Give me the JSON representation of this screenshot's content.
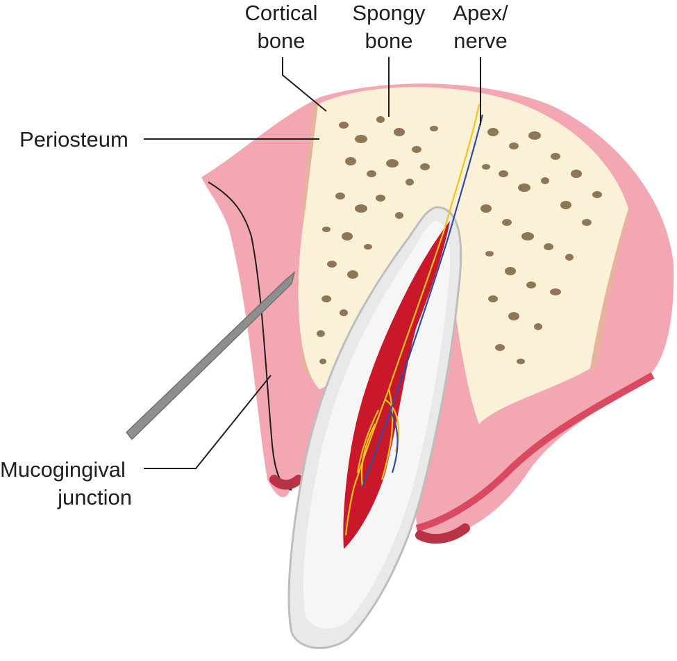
{
  "labels": {
    "cortical_bone": [
      "Cortical",
      "bone"
    ],
    "spongy_bone": [
      "Spongy",
      "bone"
    ],
    "apex_nerve": [
      "Apex/",
      "nerve"
    ],
    "periosteum": "Periosteum",
    "mucogingival_junction": [
      "Mucogingival",
      "junction"
    ]
  },
  "colors": {
    "gingiva": "#f3a3b0",
    "gingiva_dark": "#d9485f",
    "periosteum": "#e9b5a0",
    "cortical_bone": "#fbf1d6",
    "spongy_bone_pores": "#8e7657",
    "enamel": "#ececec",
    "dentin": "#f5f5f5",
    "pulp": "#c9182a",
    "nerve": "#f3c21c",
    "vessel": "#2c4da3",
    "needle": "#9a9a9a"
  }
}
